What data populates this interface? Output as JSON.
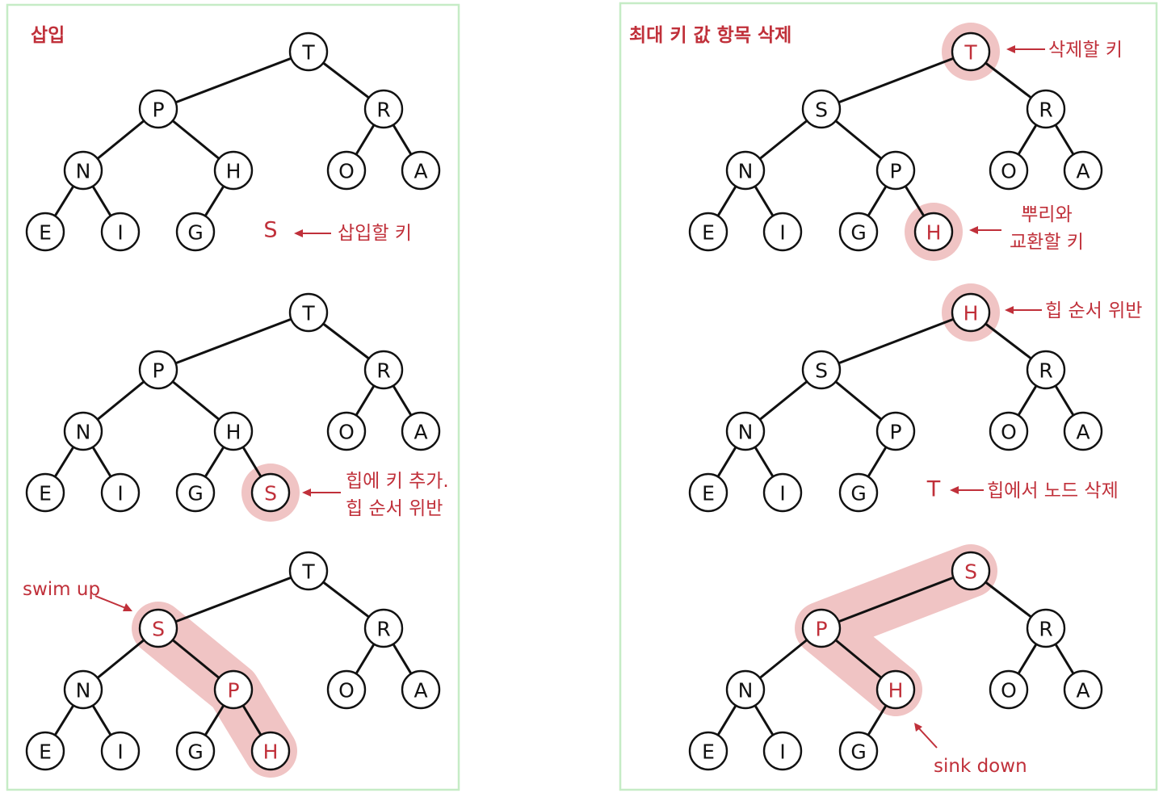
{
  "colors": {
    "accent": "#c0303a",
    "highlight": "#f0c4c4",
    "panel_border": "#c6ecc6",
    "ink": "#111111"
  },
  "panels": [
    {
      "title": "삽입",
      "diagrams": [
        {
          "nodes": [
            "T",
            "P",
            "R",
            "N",
            "H",
            "O",
            "A",
            "E",
            "I",
            "G"
          ],
          "loose_key": "S",
          "annotation": "삽입할 키"
        },
        {
          "nodes": [
            "T",
            "P",
            "R",
            "N",
            "H",
            "O",
            "A",
            "E",
            "I",
            "G",
            "S"
          ],
          "annotation_lines": [
            "힙에 키 추가.",
            "힙 순서 위반"
          ]
        },
        {
          "nodes": [
            "T",
            "S",
            "R",
            "N",
            "P",
            "O",
            "A",
            "E",
            "I",
            "G",
            "H"
          ],
          "annotation": "swim up"
        }
      ]
    },
    {
      "title": "최대 키 값 항목 삭제",
      "diagrams": [
        {
          "nodes": [
            "T",
            "S",
            "R",
            "N",
            "P",
            "O",
            "A",
            "E",
            "I",
            "G",
            "H"
          ],
          "annotation": "삭제할 키",
          "annotation2_lines": [
            "뿌리와",
            "교환할 키"
          ]
        },
        {
          "nodes": [
            "H",
            "S",
            "R",
            "N",
            "P",
            "O",
            "A",
            "E",
            "I",
            "G"
          ],
          "annotation": "힙 순서 위반",
          "loose_key": "T",
          "annotation2": "힙에서 노드 삭제"
        },
        {
          "nodes": [
            "S",
            "P",
            "R",
            "N",
            "H",
            "O",
            "A",
            "E",
            "I",
            "G"
          ],
          "annotation": "sink down"
        }
      ]
    }
  ]
}
